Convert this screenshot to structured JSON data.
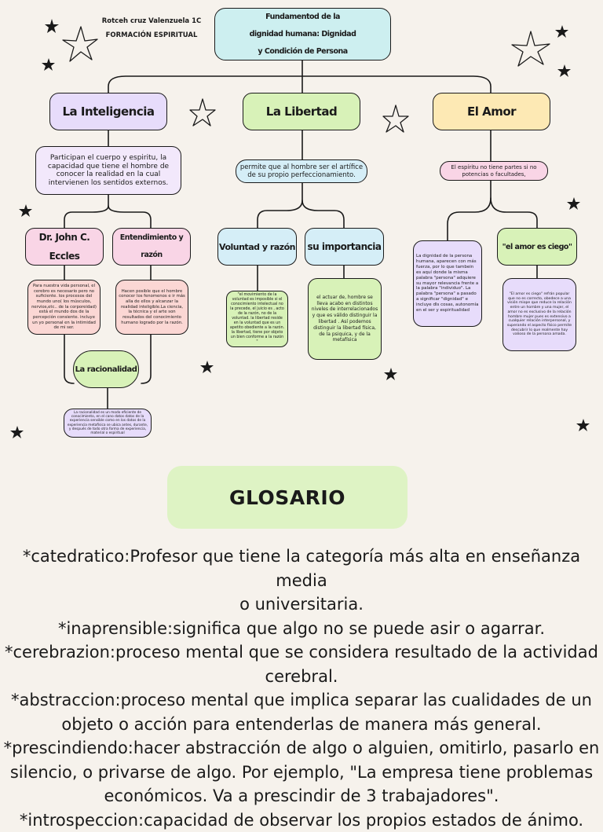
{
  "author": {
    "name": "Rotceh cruz Valenzuela 1C",
    "subject": "FORMACIÓN ESPIRITUAL"
  },
  "title": {
    "line1": "Fundamentod de la",
    "line2": "dignidad humana: Dignidad",
    "line3": "y Condición de Persona"
  },
  "branches": {
    "inteligencia": {
      "label": "La Inteligencia",
      "description": "Participan  el cuerpo y espiritu, la capacidad que tiene el hombre de conocer la realidad en la cual intervienen los sentidos externos.",
      "eccles": {
        "label_line1": "Dr. John C.",
        "label_line2": "Eccles",
        "text": "Para nuestra vida personal, el cerebro es necesario pero no suficiente. los procesos del mundo uno( los músculos, nervios,etc.. de la corporeidad) está el mundo dos de la percepción consiente. incluye un yo personal en la intimidad de mi ser."
      },
      "entendimiento": {
        "label_line1": "Entendimiento y",
        "label_line2": "razón",
        "text": "Hacen posible que el hombre conocer los fenomenos e ir más alla de ellos y alcanzar la realidad inteligible.La ciencia, la técnica y el arte son resultados del conocimiento humano logrado por la razón."
      },
      "racionalidad": {
        "label": "La racionalidad",
        "text": "La racionalidad es un modo eficiente de conocimiento, en el cano datos datos de la experiencia sensible como en los datos de la experiencia metafisica se ubica antes, durante, y después de todo otra forma de experiencia, material o espiritual"
      }
    },
    "libertad": {
      "label": "La Libertad",
      "description": "permite que al hombre ser el artífice de su propio perfeccionamiento.",
      "voluntad": {
        "label": "Voluntad y razón",
        "text": "\"el movimiento de la voluntad es imposible si el conocimiento intelectual no la precede, el juicio es , acto de la razón, no de la voluntad. la libertad reside en la voluntad que es un apetito obediente a la razón. la libertad,  tiene por objeto un bien conforme a la razón \""
      },
      "importancia": {
        "label": "su importancia",
        "text": "el actuar de, hombre se lleva acabo en distintos niveles de interrelacionados y que es válido distinguir la libertad . Así podemos distinguir la libertad física, de la psiquica, y de la metafísica"
      }
    },
    "amor": {
      "label": "El Amor",
      "description": "El espíritu no tiene partes si no potencias o facultades,",
      "dignidad": {
        "text": "La dignidad de la persona humana, aparecen con más fuerza, por lo que tambein es aquí donde la misma palabra \"persona\" adquiere su mayor relevancia frente a la palabra \"individuo\". La palabra \"persona\" a pasado a significar \"dignidad\" e incluye dls cosas, autonomía en el ser y espiritualidad"
      },
      "ciego": {
        "label": "\"el amor es ciego\"",
        "text": "\"El amor es ciego\" refrán popular que no es correcto, obedece a una visión miope que reduce la relación entre un hombre y una mujer, el amor no es exclusivo de la relación hombre mujer pues es extensivo a cualquier relación interpersonal, y superando el aspecto físico permite descubrir lo que realmente hay valioso de la persona amada."
      }
    }
  },
  "glossary": {
    "heading": "GLOSARIO",
    "lines": [
      "*catedratico:Profesor que tiene la categoría más alta en enseñanza media",
      "o universitaria.",
      "*inaprensible:significa que algo no se puede asir o agarrar.",
      "*cerebrazion:proceso mental que se considera resultado de la actividad",
      "cerebral.",
      "*abstraccion:proceso mental que implica separar las cualidades de un",
      "objeto o acción para entenderlas de manera más general.",
      "*prescindiendo:hacer abstracción de algo o alguien, omitirlo, pasarlo en",
      "silencio, o privarse de algo. Por ejemplo, \"La empresa tiene problemas",
      "económicos. Va a prescindir de 3 trabajadores\".",
      "*introspeccion:capacidad de observar los propios estados de ánimo."
    ]
  },
  "colors": {
    "background": "#f6f2ec",
    "title_box": "#cdeff0",
    "purple": "#e7dcfb",
    "green": "#d8f2b8",
    "yellow": "#fde9b4",
    "pink": "#f9d5e6",
    "lightblue": "#d5eef7",
    "glossary_box": "#def3c4"
  }
}
